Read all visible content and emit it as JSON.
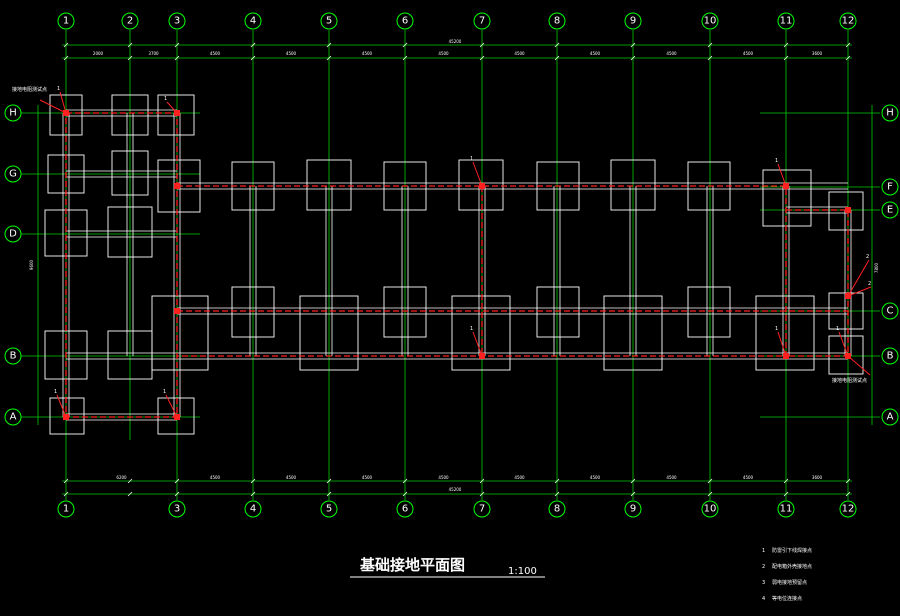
{
  "drawing": {
    "title": "基础接地平面图",
    "scale": "1:100",
    "overall_dim": "45200",
    "segment_dims_top": [
      "2000",
      "3700",
      "4500",
      "4500",
      "4500",
      "4500",
      "4500",
      "4500",
      "4500",
      "4500",
      "3600"
    ],
    "segment_dims_bottom": [
      "6200",
      "4500",
      "4500",
      "4500",
      "4500",
      "4500",
      "4500",
      "4500",
      "4500",
      "3600"
    ],
    "left_side_dim": "9600",
    "right_side_dim": "7800",
    "grid_top": [
      "1",
      "2",
      "3",
      "4",
      "5",
      "6",
      "7",
      "8",
      "9",
      "10",
      "11",
      "12"
    ],
    "grid_bottom": [
      "1",
      "3",
      "4",
      "5",
      "6",
      "7",
      "8",
      "9",
      "10",
      "11",
      "12"
    ],
    "grid_left": [
      "H",
      "G",
      "D",
      "B",
      "A"
    ],
    "grid_right": [
      "H",
      "F",
      "E",
      "C",
      "B",
      "A"
    ],
    "notes": {
      "test_point_left": "接地电阻测试点",
      "test_point_right": "接地电阻测试点"
    },
    "callouts": [
      "1",
      "1",
      "1",
      "1",
      "1",
      "1",
      "1",
      "1",
      "2",
      "2",
      "1"
    ],
    "legend": [
      {
        "num": "1",
        "text": "防雷引下线焊接点"
      },
      {
        "num": "2",
        "text": "配电箱外壳接地点"
      },
      {
        "num": "3",
        "text": "弱电接地预留点"
      },
      {
        "num": "4",
        "text": "等电位连接点"
      }
    ]
  },
  "colors": {
    "grid_line": "#00cc00",
    "bubble": "#00ff00",
    "outline": "#ffffff",
    "earth_line": "#ff2020",
    "background": "#000000"
  }
}
